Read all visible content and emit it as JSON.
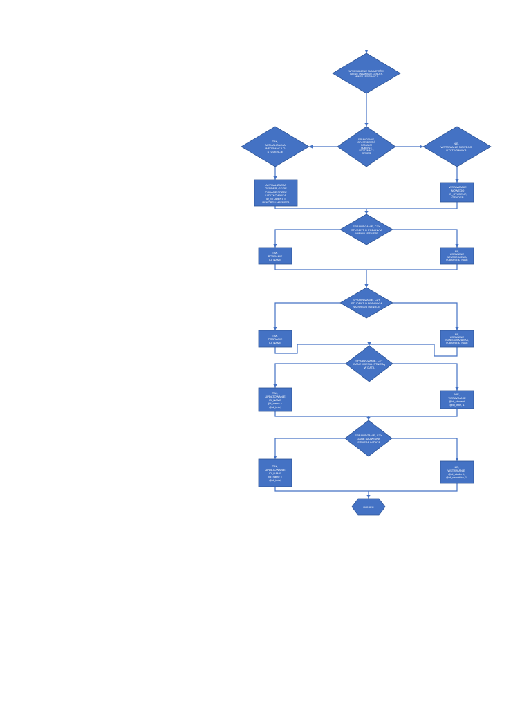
{
  "colors": {
    "shape_fill": "#4472c4",
    "shape_stroke": "#2f5597",
    "edge": "#4472c4",
    "text": "#ffffff"
  },
  "nodes": {
    "start": "WPROWADZENIE PARAMETRÓW:\nIMIENIE I NAZWISKO, GENDER,\nNUMER LEGITYMACJI",
    "check_student": "SPRAWDZANIE,\nCZY STUDENT O\nPODANYM\nNUMERZE\nLEGITYMACJI\nISTNIEJE",
    "yes_update": "TAK,\nAKTUALIZACJA\nINFORMACJI O\nSTUDENCIE",
    "no_insert": "NIE,\nWSTAWIANIE NOWEGO\nUŻYTKOWNIKA",
    "update_gender": "AKTUALIZACJA\nGENDER, GDZIE\nPODANE PRZEZ\nUŻYTKOWNIKA\nID_STUDENT =\nREKORDU WIERSZA",
    "insert_student": "WSTAWIANIE\nNOWEGO\nID_STUDENT,\nGENDER",
    "check_name": "SPRAWDZANIE, CZY\nSTUDENT O PODANYM\nIMIENIU ISTNIEJE",
    "yes_get_name": "TAK,\nPOBRANIE\nID_NAME",
    "no_insert_name": "NIE,\nWSTAWIANIE\nNOWEGO IMIENIA,\nPOBRANIE ID_NAME",
    "check_surname": "SPRAWDZANIE, CZY\nSTUDENT O PODANYM\nNAZWISKU ISTNIEJE",
    "yes_get_surname": "TAK,\nPOBRANIE\nID_NAME",
    "no_insert_surname": "NIE,\nWSTAWIANIE\nNOWEGO NAZWISKA,\nPOBRANIE ID_NAME",
    "check_name_data": "SPRAWDZANIE, CZY\nDANE IMIENIA ISTNIEJĄ\nW DATA",
    "yes_update_name": "TAK,\nUPDATOWANIE\nID_NAME\n(id_name =\n@id_imie)",
    "no_insert_name_data": "NIE,\nWSTAWIANIE\n@id_student,\n@id_imie, 1",
    "check_surname_data": "SPRAWDZANIE, CZY\nDANE NAZWISKA\nISTNIEJĄ W DATA",
    "yes_update_surname": "TAK,\nUPDATOWANIE\nID_NAME\n(id_name =\n@id_imie)",
    "no_insert_surname_data": "NIE,\nWSTAWIANIE\n@id_student,\n@id_nazwisko, 1",
    "end": "KONIEC"
  }
}
